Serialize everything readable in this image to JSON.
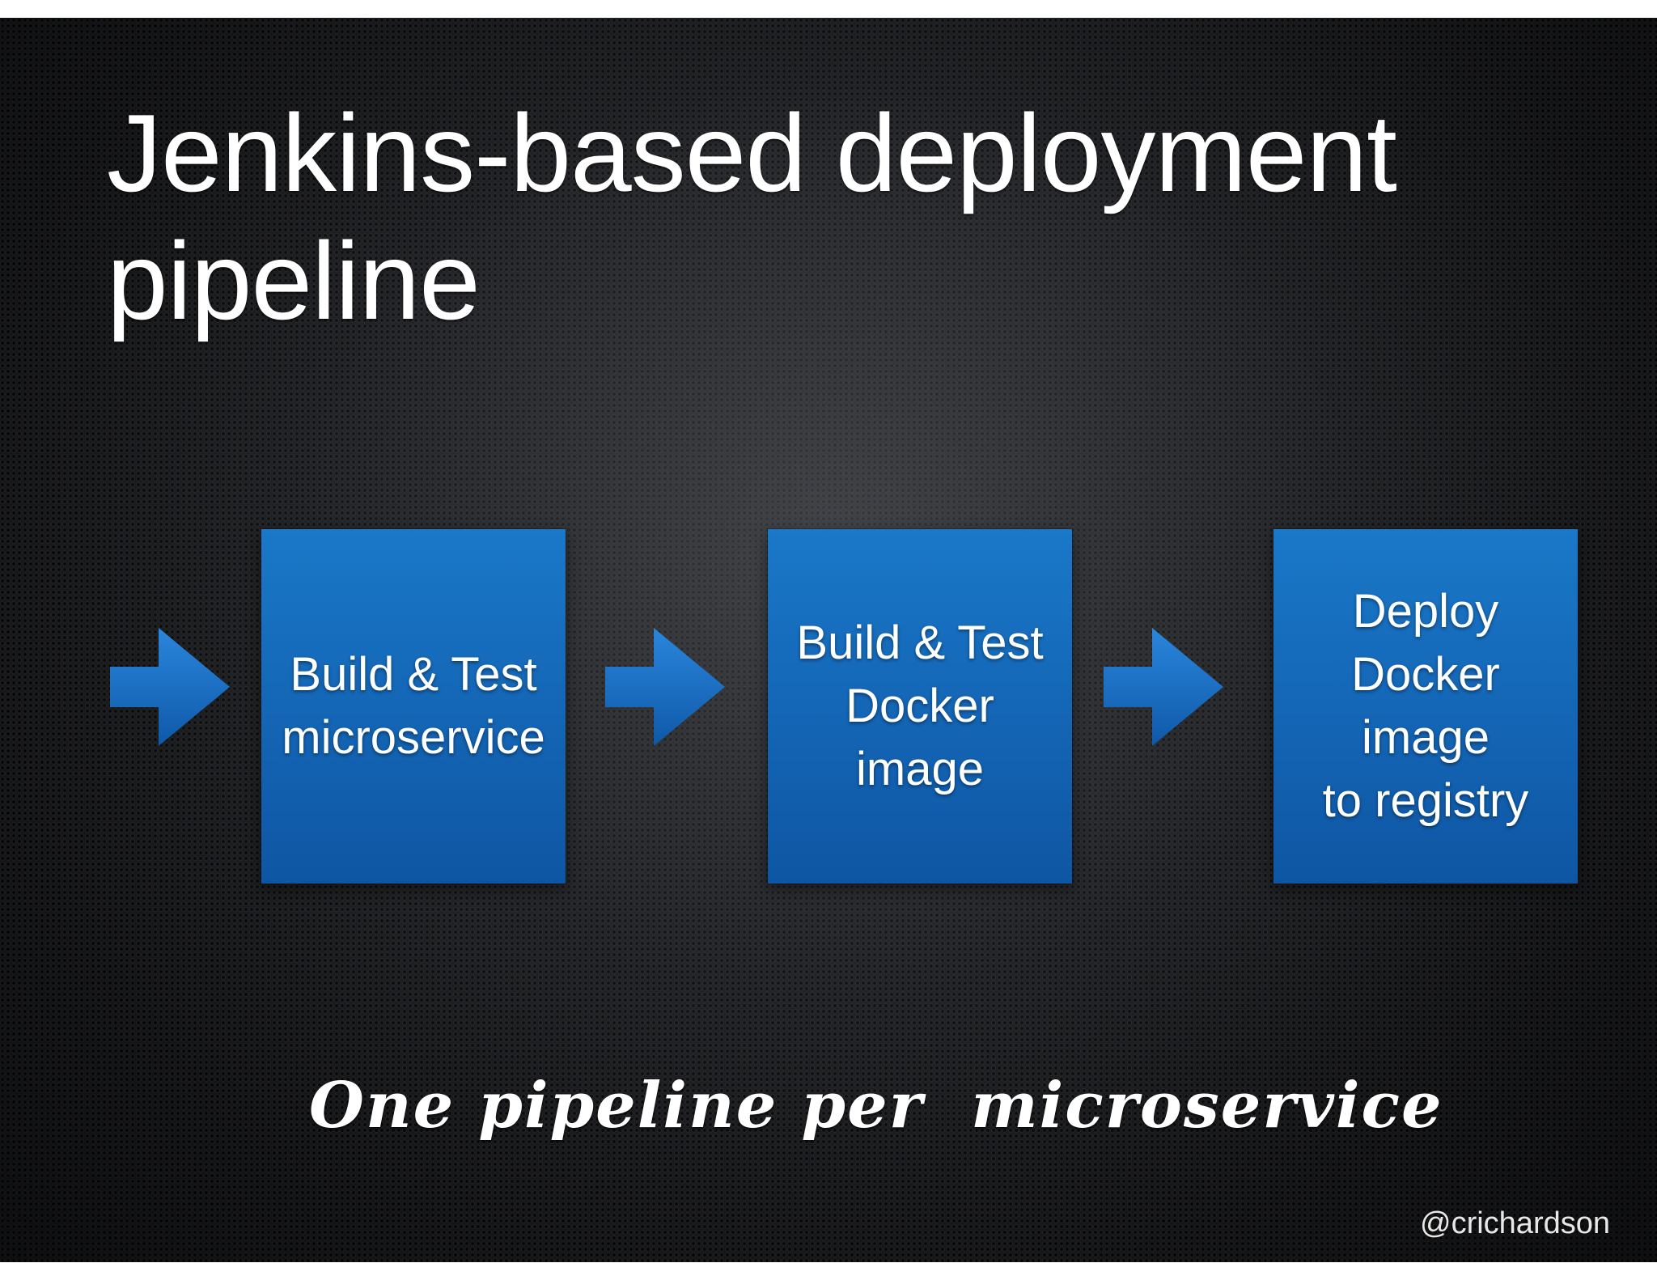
{
  "slide": {
    "title": "Jenkins-based deployment pipeline",
    "colors": {
      "background": "#1c1d20",
      "box": "#1568b8",
      "arrow": "#1a6fc4",
      "text": "#ffffff"
    },
    "arrows": [
      {
        "icon": "right-arrow-icon"
      },
      {
        "icon": "right-arrow-icon"
      },
      {
        "icon": "right-arrow-icon"
      }
    ],
    "stages": [
      {
        "label": "Build & Test\nmicroservice"
      },
      {
        "label": "Build & Test\nDocker\nimage"
      },
      {
        "label": "Deploy\nDocker\nimage\nto registry"
      }
    ],
    "note": "One pipeline per  microservice",
    "attribution": "@crichardson"
  }
}
